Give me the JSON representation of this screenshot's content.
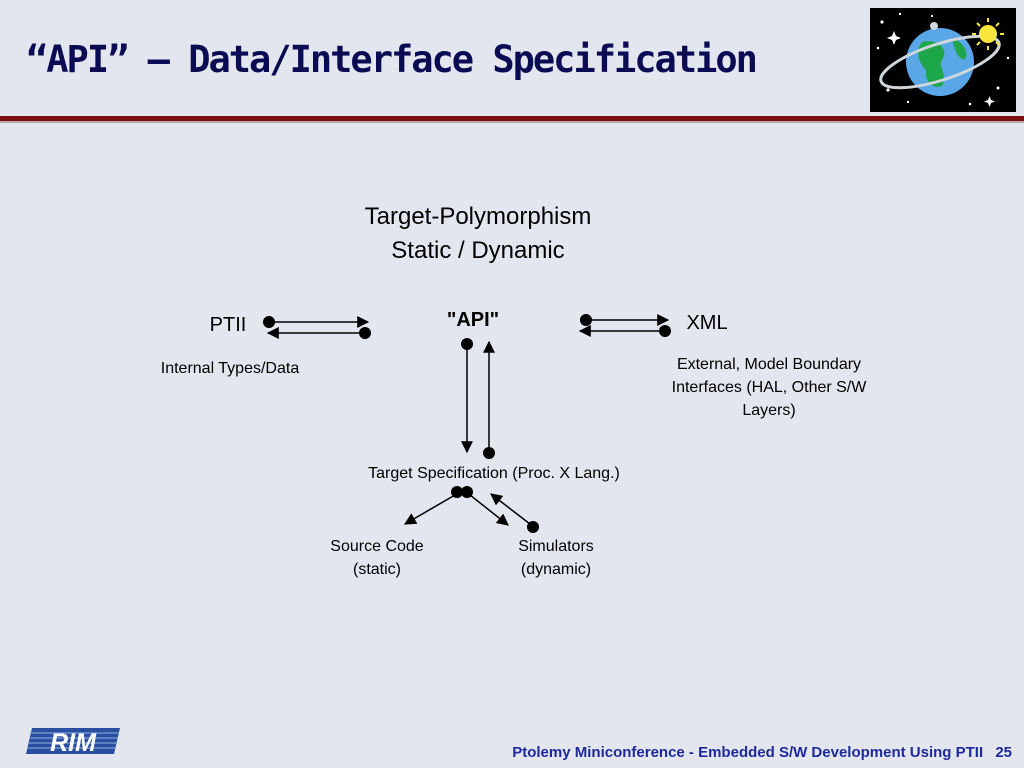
{
  "slide": {
    "title": "“API” – Data/Interface Specification"
  },
  "diagram": {
    "heading_line1": "Target-Polymorphism",
    "heading_line2": "Static / Dynamic",
    "api_label": "\"API\"",
    "left_node": "PTII",
    "left_caption": "Internal Types/Data",
    "right_node": "XML",
    "right_caption_line1": "External, Model Boundary",
    "right_caption_line2": "Interfaces (HAL, Other S/W",
    "right_caption_line3": "Layers)",
    "target_spec": "Target Specification (Proc. X Lang.)",
    "source_code_line1": "Source Code",
    "source_code_line2": "(static)",
    "simulators_line1": "Simulators",
    "simulators_line2": "(dynamic)"
  },
  "footer": {
    "text": "Ptolemy Miniconference - Embedded S/W Development Using PTII",
    "page_number": "25",
    "logo_text": "RIM"
  },
  "colors": {
    "background": "#e3e6ee",
    "title": "#0b0b54",
    "rule": "#7a1010",
    "footer_text": "#1f2a9a"
  }
}
